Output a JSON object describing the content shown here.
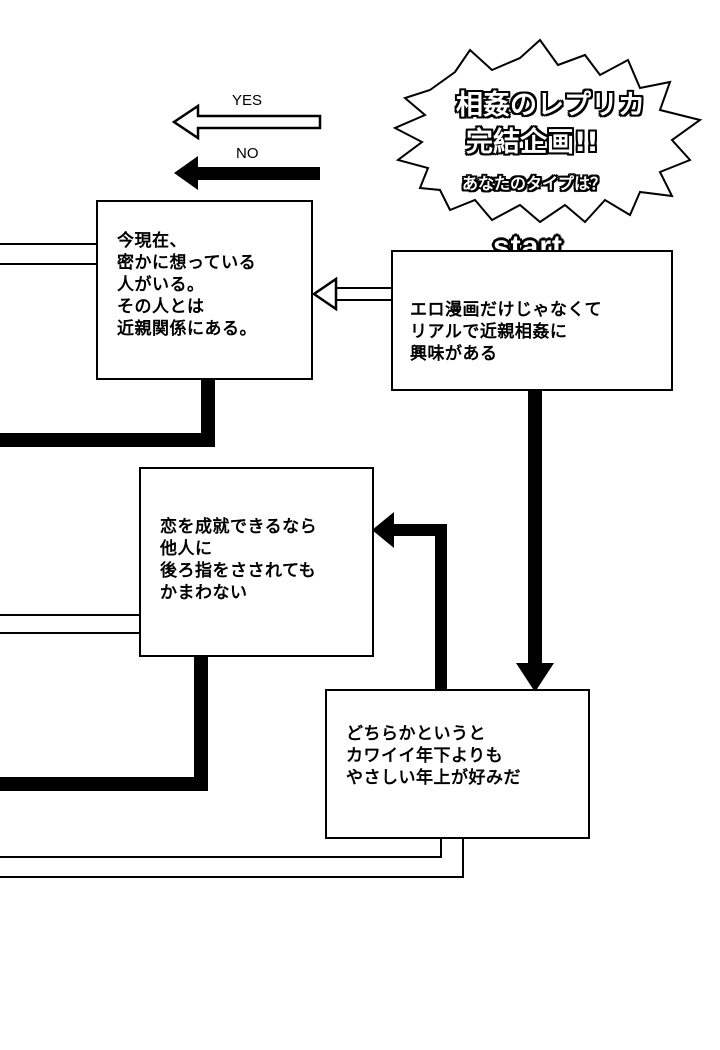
{
  "legend": {
    "yes_label": "YES",
    "no_label": "NO"
  },
  "title_burst": {
    "line1": "相姦のレプリカ",
    "line2": "完結企画!!",
    "line3": "あなたのタイプは？"
  },
  "start_label": "start",
  "boxes": {
    "start": {
      "lines": [
        "エロ漫画だけじゃなくて",
        "リアルで近親相姦に",
        "興味がある"
      ]
    },
    "secret_love": {
      "lines": [
        "今現在、",
        "密かに想っている",
        "人がいる。",
        "その人とは",
        "近親関係にある。"
      ]
    },
    "love_affair": {
      "lines": [
        "恋を成就できるなら",
        "他人に",
        "後ろ指をさされても",
        "かまわない"
      ]
    },
    "older_younger": {
      "lines": [
        "どちらかというと",
        "カワイイ年下よりも",
        "やさしい年上が好みだ"
      ]
    }
  }
}
